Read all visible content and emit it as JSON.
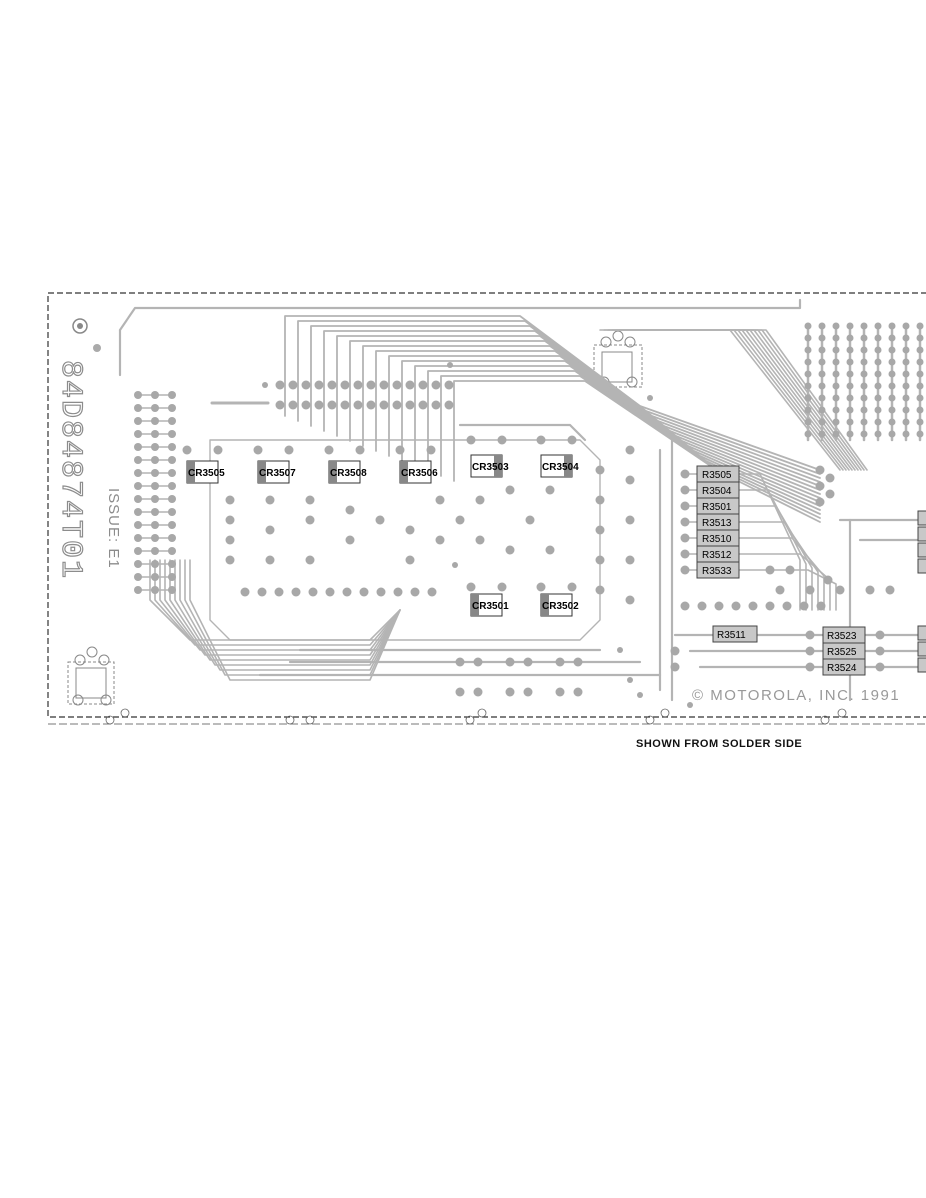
{
  "board": {
    "part_number": "84D84874T01",
    "issue": "ISSUE: E1",
    "copyright": "© MOTOROLA, INC. 1991",
    "caption": "SHOWN FROM SOLDER SIDE"
  },
  "components": {
    "diodes_top": [
      "CR3505",
      "CR3507",
      "CR3508",
      "CR3506",
      "CR3503",
      "CR3504"
    ],
    "diodes_bottom": [
      "CR3501",
      "CR3502"
    ],
    "resistor_stack": [
      "R3505",
      "R3504",
      "R3501",
      "R3513",
      "R3510",
      "R3512",
      "R3533"
    ],
    "resistor_single": "R3511",
    "resistor_group": [
      "R3523",
      "R3525",
      "R3524"
    ]
  },
  "colors": {
    "trace": "#b4b4b4",
    "pad": "#a8a8a8",
    "component_fill": "#c8c8c8",
    "outline": "#555555",
    "label": "#000000"
  }
}
